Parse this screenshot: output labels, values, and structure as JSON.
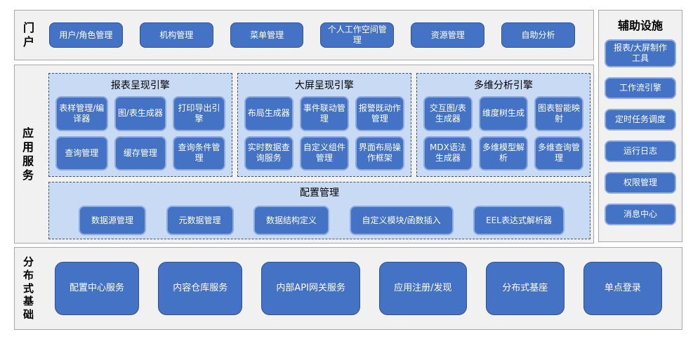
{
  "colors": {
    "button_blue": "#4472C4",
    "button_border_dark": "#2F528F",
    "button_border_light": "#8FAADC",
    "panel_blue": "#C9DAF4",
    "panel_dash_border": "#44546A",
    "section_gray": "#F1F1F1",
    "section_border": "#A9A9A9"
  },
  "portal": {
    "label": "门户",
    "items": [
      "用户/角色管理",
      "机构管理",
      "菜单管理",
      "个人工作空间管理",
      "资源管理",
      "自助分析"
    ]
  },
  "app_services": {
    "label": "应用服务",
    "engines": [
      {
        "title": "报表呈现引擎",
        "items": [
          "表样管理/编译器",
          "图/表生成器",
          "打印导出引擎",
          "查询管理",
          "缓存管理",
          "查询条件管理"
        ]
      },
      {
        "title": "大屏呈现引擎",
        "items": [
          "布局生成器",
          "事件联动管理",
          "报警既动作管理",
          "实时数据查询服务",
          "自定义组件管理",
          "界面布局操作框架"
        ]
      },
      {
        "title": "多维分析引擎",
        "items": [
          "交互图/表生成器",
          "维度树生成",
          "图表智能映射",
          "MDX语法生成器",
          "多维模型解析",
          "多维查询管理"
        ]
      }
    ],
    "config": {
      "title": "配置管理",
      "items": [
        "数据源管理",
        "元数据管理",
        "数据结构定义",
        "自定义模块/函数插入",
        "EEL表达式解析器"
      ]
    }
  },
  "auxiliary": {
    "title": "辅助设施",
    "items": [
      "报表/大屏制作工具",
      "工作流引擎",
      "定时任务调度",
      "运行日志",
      "权限管理",
      "消息中心"
    ]
  },
  "distributed": {
    "label": "分布式基础",
    "items": [
      "配置中心服务",
      "内容仓库服务",
      "内部API网关服务",
      "应用注册/发现",
      "分布式基座",
      "单点登录"
    ]
  }
}
